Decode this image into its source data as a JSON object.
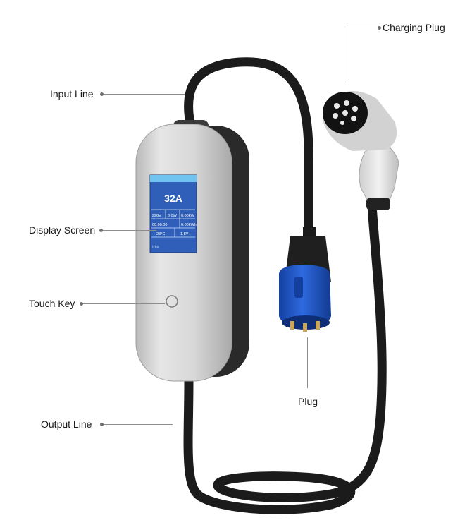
{
  "labels": {
    "input_line": "Input Line",
    "display_screen": "Display Screen",
    "touch_key": "Touch Key",
    "output_line": "Output Line",
    "charging_plug": "Charging Plug",
    "plug": "Plug"
  },
  "screen": {
    "current": "32A",
    "row1_left": "228V",
    "row1_mid": "0.0W",
    "row1_right": "0.00kW",
    "row2_left": "00:00:00",
    "row2_right": "0.00kWh",
    "row3_left": "28°C",
    "row3_right": "1.8V",
    "footer": "Idle"
  },
  "colors": {
    "cable": "#1b1b1b",
    "body": "#d6d6d6",
    "plug_blue": "#1f55c8",
    "screen_bg": "#2f5fb8"
  }
}
